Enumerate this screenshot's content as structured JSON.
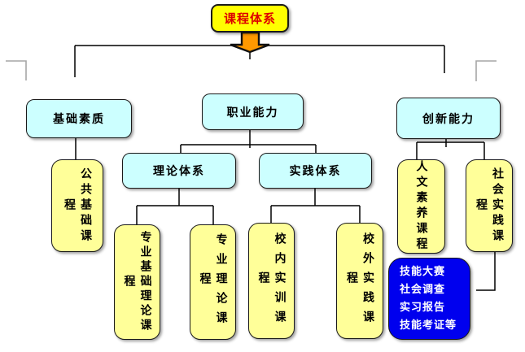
{
  "diagram_title": "课程体系",
  "root": {
    "label": "课程体系"
  },
  "level2": {
    "basic_quality": {
      "label": "基础素质"
    },
    "vocational": {
      "label": "职业能力"
    },
    "innovation": {
      "label": "创新能力"
    },
    "theory_system": {
      "label": "理论体系"
    },
    "practice_system": {
      "label": "实践体系"
    }
  },
  "courses": {
    "public_basic": {
      "label": "公共基础课程"
    },
    "major_basic_theory": {
      "label": "专业基础理论课程"
    },
    "major_theory": {
      "label": "专业理论课程"
    },
    "on_campus_training": {
      "label": "校内实训课程"
    },
    "off_campus_practice": {
      "label": "校外实践课程"
    },
    "humanities": {
      "label": "人文素养课程"
    },
    "social_practice": {
      "label": "社会实践课程"
    }
  },
  "activities": {
    "lines": [
      "技能大赛",
      "社会调查",
      "实习报告",
      "技能考证等"
    ]
  },
  "colors": {
    "root_bg": "#ffff00",
    "root_text": "#dd0000",
    "branch_bg": "#ccffff",
    "course_bg": "#ffff99",
    "activities_bg": "#0000ee",
    "activities_text": "#ffffff",
    "funnel": "#ff9900",
    "connector": "#000000",
    "bracket": "#a6a6a6"
  }
}
